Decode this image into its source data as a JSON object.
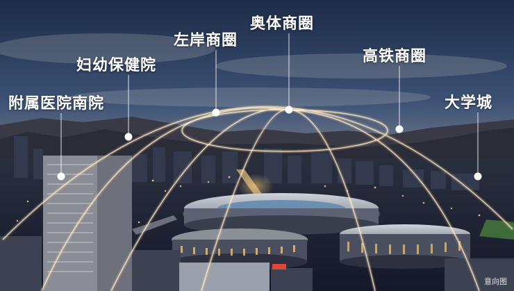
{
  "labels": {
    "affiliated_hospital": "附属医院南院",
    "maternity_hospital": "妇幼保健院",
    "left_bank": "左岸商圈",
    "olympic": "奥体商圈",
    "high_speed_rail": "高铁商圈",
    "university_city": "大学城"
  },
  "watermark": "意向图",
  "colors": {
    "sky_top": "#22324f",
    "sky_bottom": "#c7b79a",
    "dome_line": "#ffd9a0",
    "marker": "#ffffff"
  }
}
